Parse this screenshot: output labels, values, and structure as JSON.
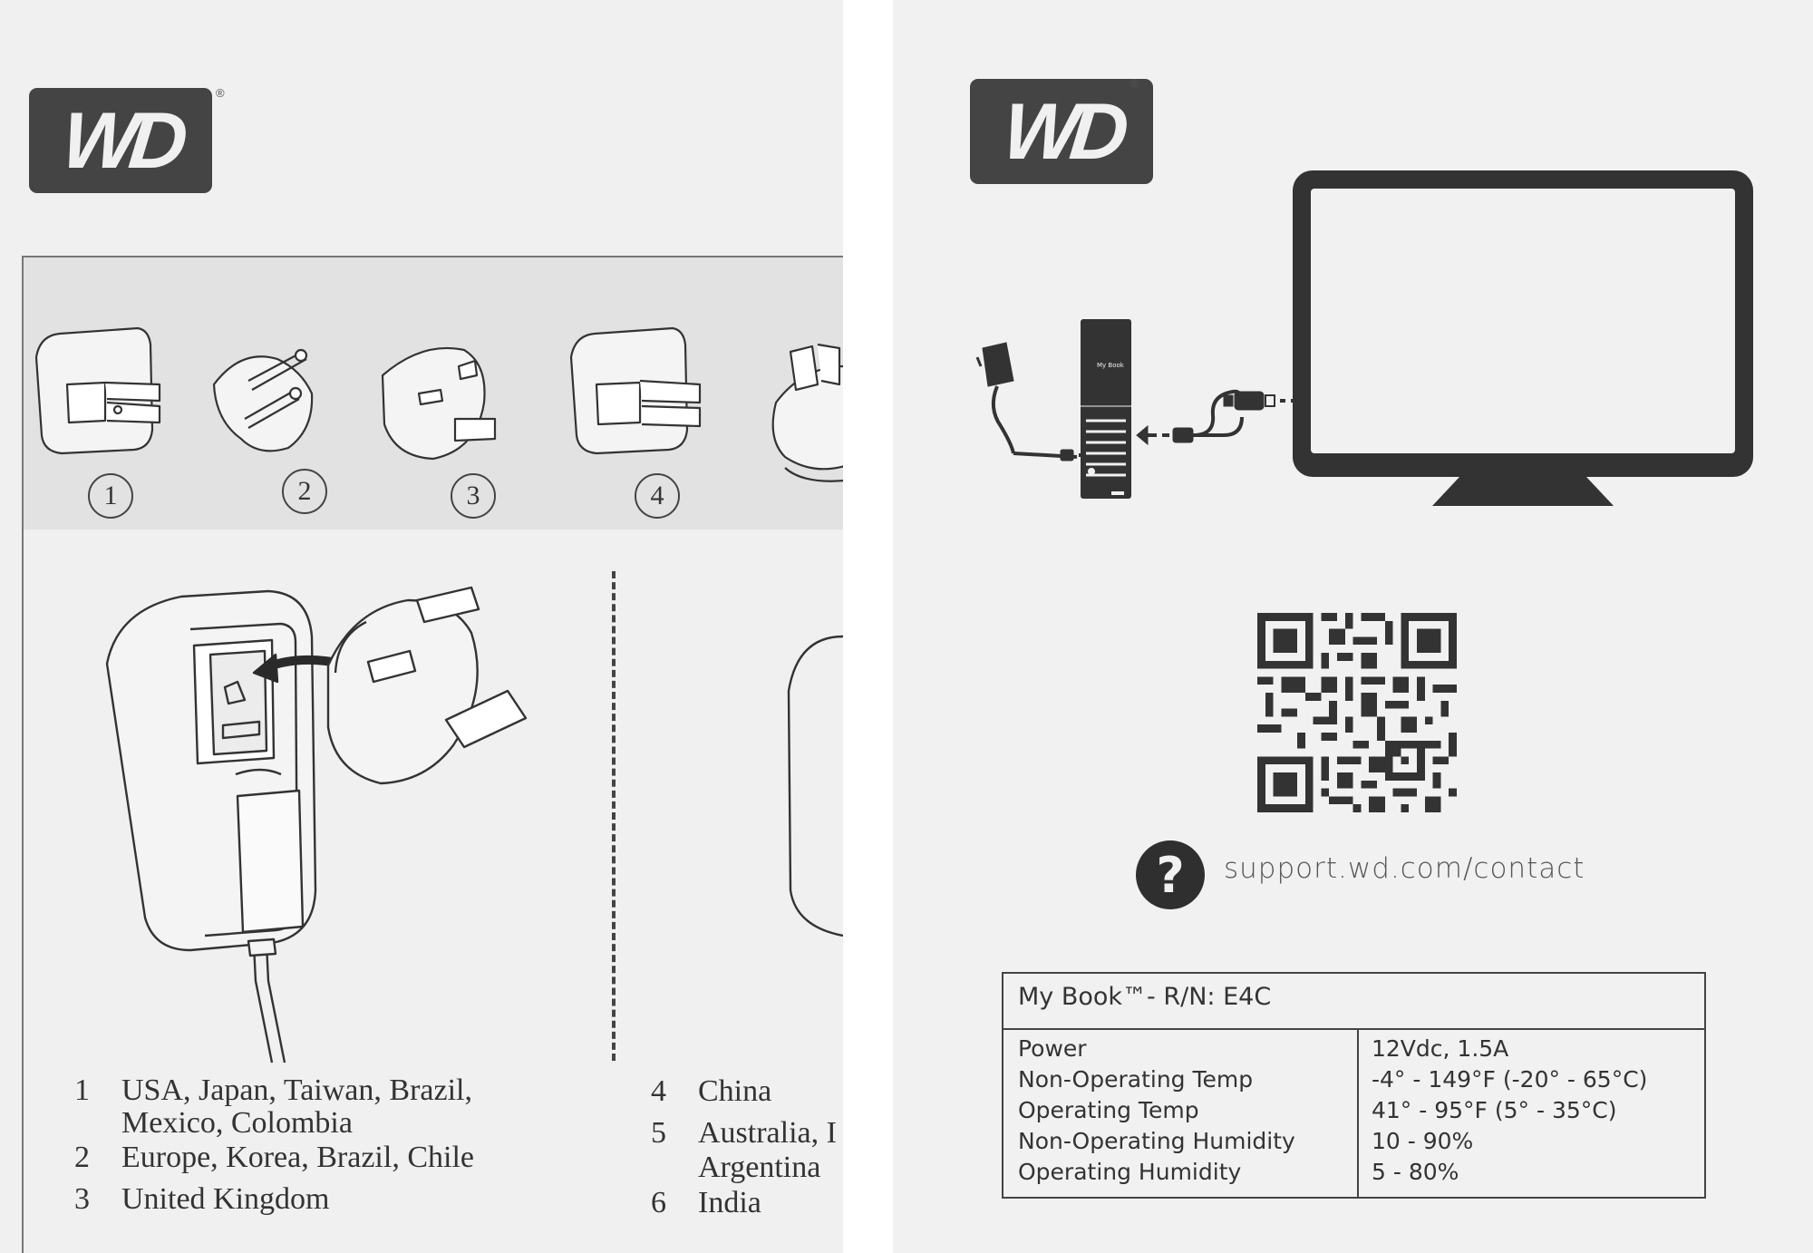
{
  "left": {
    "logo_text": "WD",
    "registered_mark": "®",
    "plug_numbers": [
      "1",
      "2",
      "3",
      "4"
    ],
    "regions": [
      {
        "num": "1",
        "lines": [
          "USA, Japan, Taiwan, Brazil,",
          "Mexico, Colombia"
        ]
      },
      {
        "num": "2",
        "lines": [
          "Europe, Korea, Brazil, Chile"
        ]
      },
      {
        "num": "3",
        "lines": [
          "United Kingdom"
        ]
      },
      {
        "num": "4",
        "lines": [
          "China"
        ]
      },
      {
        "num": "5",
        "lines": [
          "Australia, I",
          "Argentina"
        ]
      },
      {
        "num": "6",
        "lines": [
          "India"
        ]
      }
    ]
  },
  "right": {
    "logo_text": "WD",
    "registered_mark": "®",
    "device_label": "My Book",
    "help_glyph": "?",
    "support_url": "support.wd.com/contact",
    "spec": {
      "title": "My Book™- R/N: E4C",
      "rows": [
        {
          "label": "Power",
          "value": "12Vdc, 1.5A"
        },
        {
          "label": "Non-Operating Temp",
          "value": "-4° - 149°F (-20° - 65°C)"
        },
        {
          "label": "Operating Temp",
          "value": "41° - 95°F (5° - 35°C)"
        },
        {
          "label": "Non-Operating Humidity",
          "value": "10 - 90%"
        },
        {
          "label": "Operating Humidity",
          "value": "5 - 80%"
        }
      ]
    }
  }
}
